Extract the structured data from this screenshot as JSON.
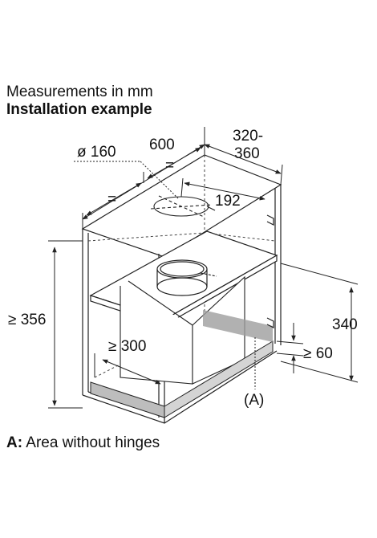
{
  "captions": {
    "line1": "Measurements in mm",
    "line2": "Installation example"
  },
  "dimensions": {
    "diameter": "ø 160",
    "width": "600",
    "equal_top": "=",
    "equal_left": "=",
    "depth_line1": "320-",
    "depth_line2": "360",
    "offset": "192",
    "min_height": "≥ 356",
    "min_width": "≥ 300",
    "right_height": "340",
    "min_gap": "≥ 60",
    "label_a": "(A)"
  },
  "footer": {
    "key": "A:",
    "text": "Area without hinges"
  },
  "colors": {
    "line": "#222222",
    "shade": "#bdbdbd",
    "hinge_area": "#9e9e9e"
  }
}
